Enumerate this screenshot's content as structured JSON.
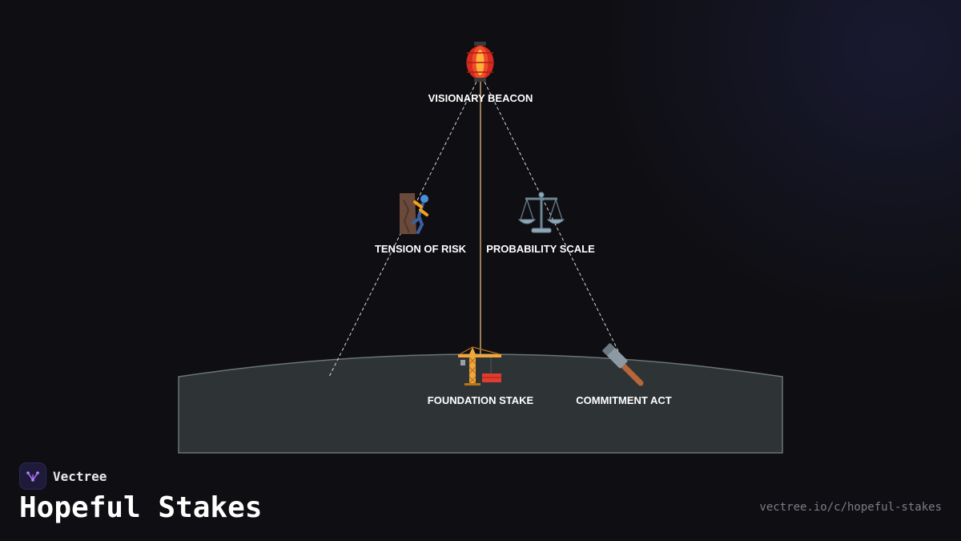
{
  "brand": {
    "name": "Vectree",
    "logo_icon": "vectree-logo-icon",
    "accent": "#8b5cf6"
  },
  "page": {
    "title": "Hopeful Stakes",
    "url": "vectree.io/c/hopeful-stakes"
  },
  "colors": {
    "background": "#0f0f13",
    "ground_fill": "#2e3436",
    "ground_stroke": "#6b7474",
    "center_line": "#c8a070",
    "dashed_lines": "#d9d9d9",
    "label": "#ffffff"
  },
  "diagram": {
    "nodes": [
      {
        "id": "visionary-beacon",
        "label": "VISIONARY BEACON",
        "icon": "lantern-icon",
        "glyph": "🏮"
      },
      {
        "id": "tension-of-risk",
        "label": "TENSION OF RISK",
        "icon": "climber-icon",
        "glyph": "🧗"
      },
      {
        "id": "probability-scale",
        "label": "PROBABILITY SCALE",
        "icon": "balance-scale-icon",
        "glyph": "⚖️"
      },
      {
        "id": "foundation-stake",
        "label": "FOUNDATION STAKE",
        "icon": "construction-crane-icon",
        "glyph": "🏗️"
      },
      {
        "id": "commitment-act",
        "label": "COMMITMENT ACT",
        "icon": "hammer-icon",
        "glyph": "🔨"
      }
    ]
  }
}
